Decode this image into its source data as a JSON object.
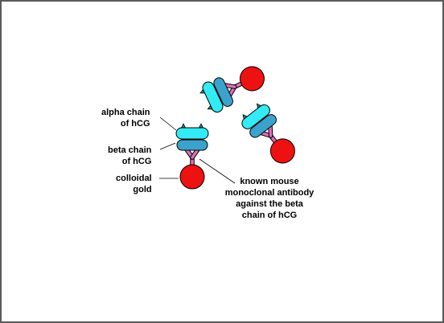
{
  "labels": {
    "alpha_chain": {
      "line1": "alpha chain",
      "line2": "of hCG"
    },
    "beta_chain": {
      "line1": "beta chain",
      "line2": "of hCG"
    },
    "colloidal_gold": {
      "line1": "colloidal",
      "line2": "gold"
    },
    "antibody": {
      "line1": "known mouse",
      "line2": "monoclonal antibody",
      "line3": "against the beta",
      "line4": "chain of hCG"
    }
  },
  "colors": {
    "alpha_chain": "#33ebf4",
    "beta_chain": "#3ba2cc",
    "antibody": "#e070b8",
    "gold": "#ee1111",
    "epitope": "#1e8a8a",
    "outline": "#000000",
    "frame_border": "#5a5a5a"
  }
}
